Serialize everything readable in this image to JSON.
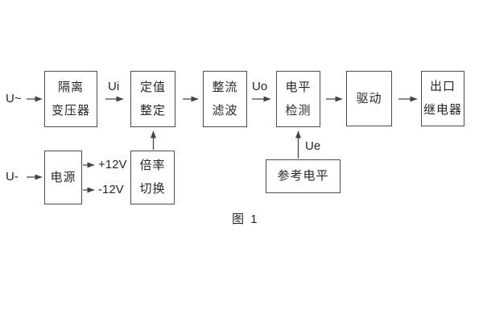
{
  "diagram": {
    "caption": "图 1",
    "blocks": {
      "isolation_transformer": {
        "line1": "隔离",
        "line2": "变压器"
      },
      "setting_adjust": {
        "line1": "定值",
        "line2": "整定"
      },
      "rectify_filter": {
        "line1": "整流",
        "line2": "滤波"
      },
      "level_detect": {
        "line1": "电平",
        "line2": "检测"
      },
      "drive": {
        "label": "驱动"
      },
      "output_relay": {
        "line1": "出口",
        "line2": "继电器"
      },
      "power_supply": {
        "label": "电源"
      },
      "ratio_switch": {
        "line1": "倍率",
        "line2": "切换"
      },
      "reference_level": {
        "label": "参考电平"
      }
    },
    "signals": {
      "ac_input": "U~",
      "dc_input": "U-",
      "ui": "Ui",
      "uo": "Uo",
      "ue": "Ue",
      "plus_12v": "+12V",
      "minus_12v": "-12V"
    },
    "colors": {
      "line": "#444444",
      "border": "#4d4d4d",
      "text": "#262626",
      "background": "#ffffff"
    }
  }
}
